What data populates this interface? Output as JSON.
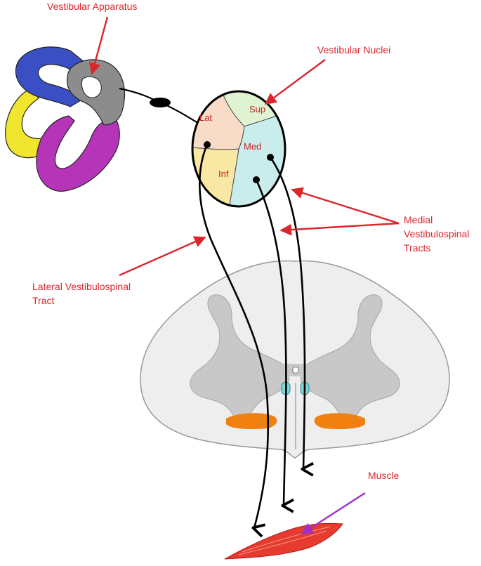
{
  "labels": {
    "vestibular_apparatus": "Vestibular Apparatus",
    "vestibular_nuclei": "Vestibular Nuclei",
    "medial_tracts_line1": "Medial",
    "medial_tracts_line2": "Vestibulospinal",
    "medial_tracts_line3": "Tracts",
    "lateral_tract_line1": "Lateral Vestibulospinal",
    "lateral_tract_line2": "Tract",
    "muscle": "Muscle"
  },
  "nuclei": {
    "lat": "Lat",
    "sup": "Sup",
    "med": "Med",
    "inf": "Inf"
  },
  "colors": {
    "label_red": "#d9262b",
    "canal_blue": "#3b4fc4",
    "canal_yellow": "#f0e62e",
    "canal_purple": "#b534b8",
    "vestibule_gray": "#8c8c8c",
    "nucleus_lat": "#f8dcc8",
    "nucleus_sup": "#dff3d2",
    "nucleus_med": "#c9ecec",
    "nucleus_inf": "#f9e7a4",
    "spinal_gray": "#c8c8c8",
    "ventral_horn_nucleus": "#f08010",
    "mlf_cyan": "#7fd6d6",
    "muscle_red": "#e63b2e",
    "muscle_arrow": "#a030c8"
  }
}
